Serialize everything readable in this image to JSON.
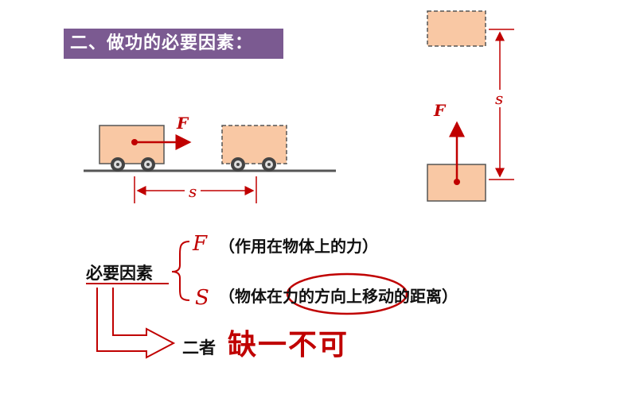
{
  "heading": "二、做功的必要因素：",
  "diagrams": {
    "horizontal_force_label": "F",
    "horizontal_distance_label": "s",
    "vertical_force_label": "F",
    "vertical_distance_label": "s"
  },
  "factors": {
    "label": "必要因素",
    "items": [
      {
        "symbol": "F",
        "description": "（作用在物体上的力）"
      },
      {
        "symbol": "S",
        "description": "（物体在力的方向上移动的距离）"
      }
    ]
  },
  "conclusion": {
    "prefix": "二者",
    "emphasis": "缺一不可"
  },
  "colors": {
    "heading_bg": "#7b5a91",
    "accent": "#c00000",
    "box_fill": "#f9c8a4"
  }
}
